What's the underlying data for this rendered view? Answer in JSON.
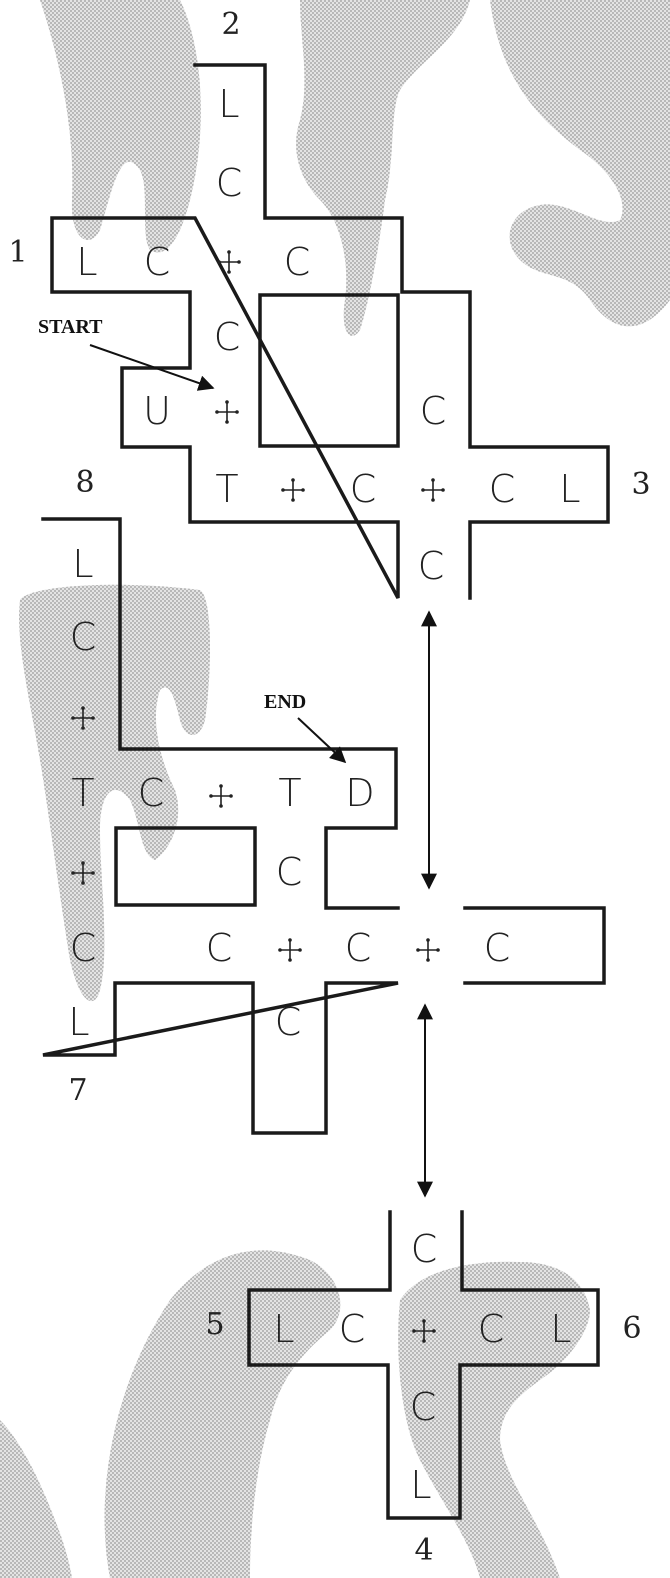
{
  "labels": {
    "start": "START",
    "end": "END"
  },
  "exits": {
    "e1": "1",
    "e2": "2",
    "e3": "3",
    "e4": "4",
    "e5": "5",
    "e6": "6",
    "e7": "7",
    "e8": "8"
  },
  "cells": {
    "top": {
      "c_2_L": "L",
      "c_2_C": "C",
      "c_1_L": "L",
      "c_1_C": "C",
      "c_1_C2": "C",
      "c_mid_C": "C",
      "c_U": "U",
      "c_right_C": "C",
      "c_row_T": "T",
      "c_row_C": "C",
      "c_row_C2": "C",
      "c_3_L": "L",
      "c_down_C": "C"
    },
    "middle": {
      "c_8_L": "L",
      "c_8_C": "C",
      "c_T": "T",
      "c_T_C": "C",
      "c_T2": "T",
      "c_D": "D",
      "c_C_under": "C",
      "c_col_C": "C",
      "c_row_C1": "C",
      "c_row_C2": "C",
      "c_row_C3": "C",
      "c_7_L": "L",
      "c_stem_C": "C"
    },
    "bottom": {
      "c_up_C": "C",
      "c_5_L": "L",
      "c_5_C": "C",
      "c_6_C": "C",
      "c_6_L": "L",
      "c_down_C": "C",
      "c_4_L": "L"
    }
  }
}
